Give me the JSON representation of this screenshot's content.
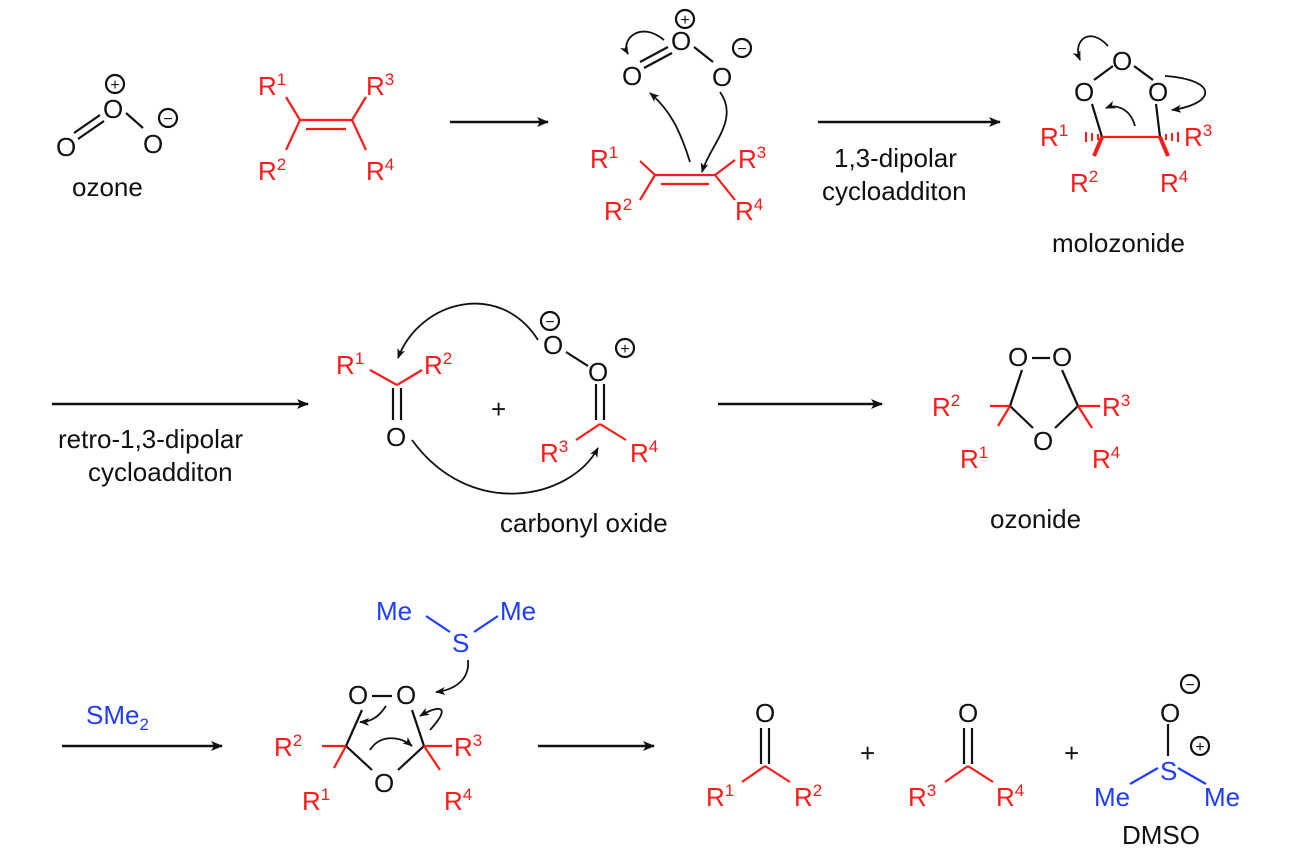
{
  "labels": {
    "ozone": "ozone",
    "dipolar_cyclo": [
      "1,3-dipolar",
      "cycloadditon"
    ],
    "molozonide": "molozonide",
    "retro": [
      "retro-1,3-dipolar",
      "cycloadditon"
    ],
    "carbonyl_oxide": "carbonyl oxide",
    "ozonide": "ozonide",
    "reagent": "SMe",
    "reagent_sub": "2",
    "dmso": "DMSO"
  },
  "atoms": {
    "O": "O",
    "S": "S",
    "Me": "Me",
    "R": "R",
    "plus": "+",
    "r_sup": [
      "1",
      "2",
      "3",
      "4"
    ]
  },
  "charges": {
    "pos": "+",
    "neg": "−"
  },
  "colors": {
    "substituent": "#ff1a1a",
    "reagent": "#1f3cff",
    "text": "#111111"
  }
}
